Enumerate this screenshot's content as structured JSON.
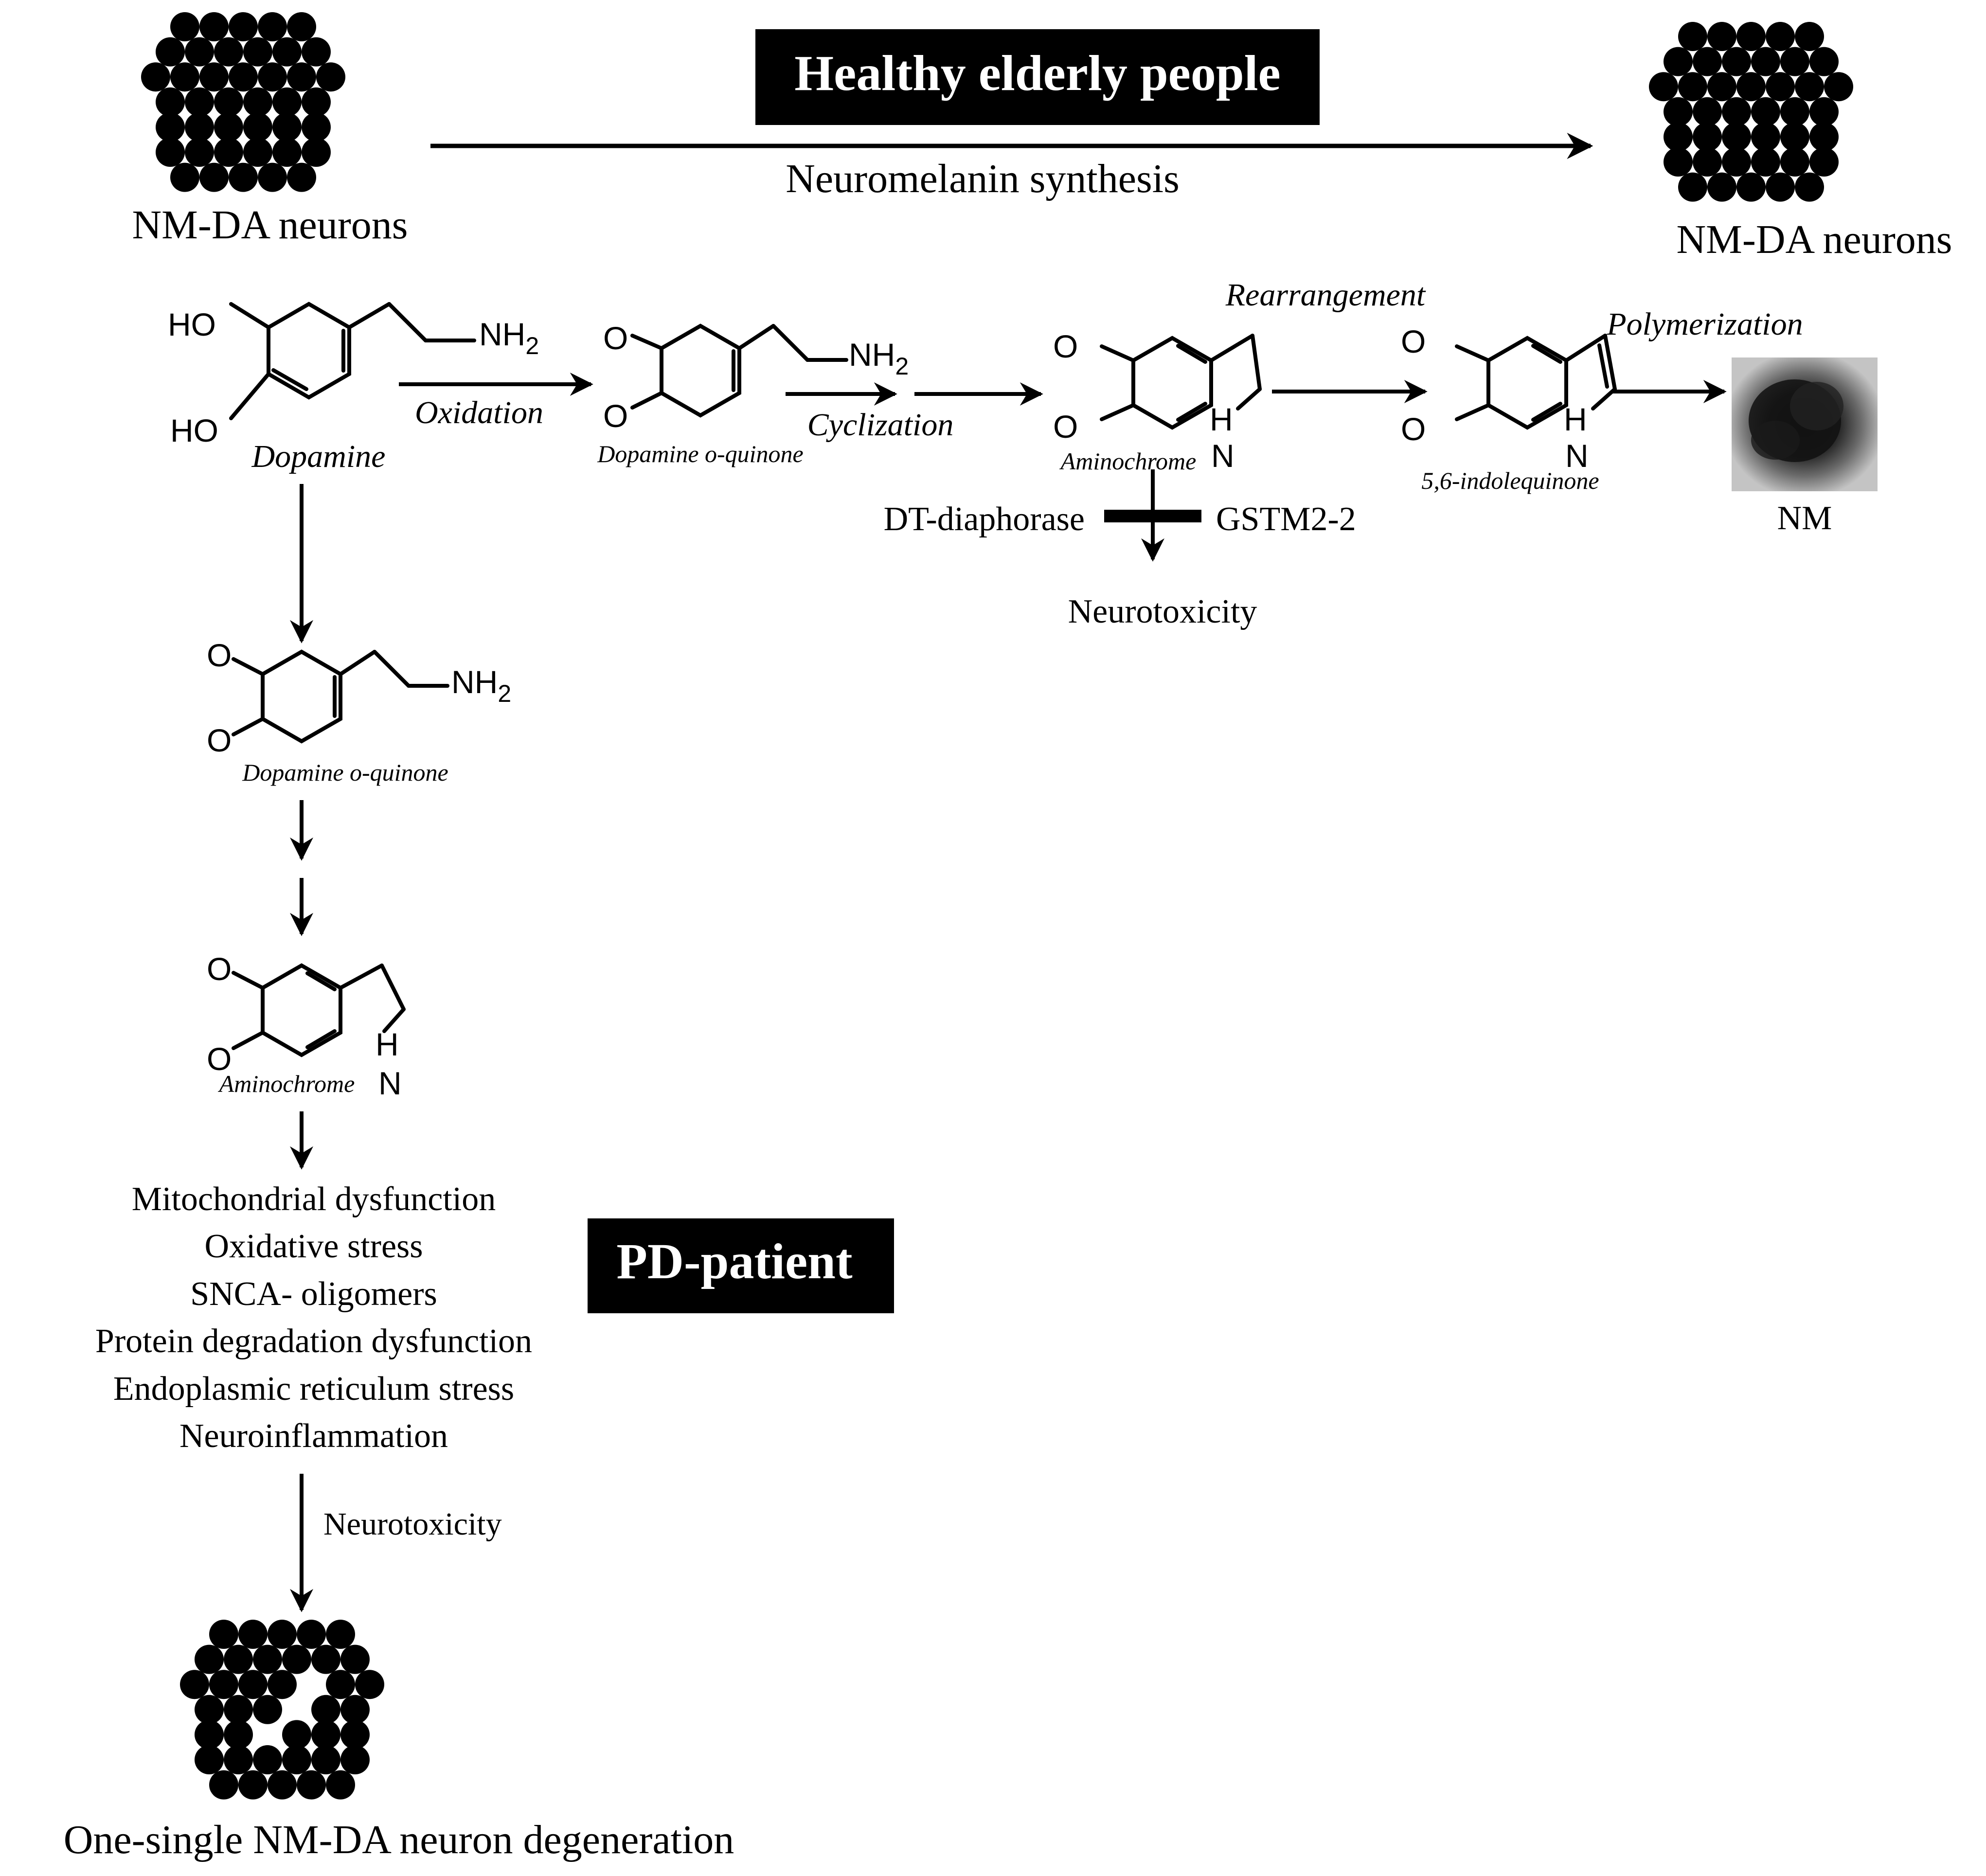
{
  "header": {
    "healthy": "Healthy elderly people",
    "pd": "PD-patient"
  },
  "top_flow": {
    "left_cluster_label": "NM-DA neurons",
    "right_cluster_label": "NM-DA neurons",
    "arrow_label": "Neuromelanin synthesis"
  },
  "molecules": {
    "dopamine": "Dopamine",
    "dopamine_quinone": "Dopamine o-quinone",
    "aminochrome": "Aminochrome",
    "indolequinone": "5,6-indolequinone",
    "nm": "NM"
  },
  "atoms": {
    "ho": "HO",
    "o": "O",
    "nh2": "NH",
    "sub2": "2",
    "h": "H",
    "n": "N"
  },
  "reactions": {
    "oxidation": "Oxidation",
    "cyclization": "Cyclization",
    "rearrangement": "Rearrangement",
    "polymerization": "Polymerization"
  },
  "enzymes": {
    "left": "DT-diaphorase",
    "right": "GSTM2-2",
    "outcome": "Neurotoxicity"
  },
  "effects": [
    "Mitochondrial dysfunction",
    "Oxidative stress",
    "SNCA- oligomers",
    "Protein degradation dysfunction",
    "Endoplasmic reticulum stress",
    "Neuroinflammation"
  ],
  "pd_flow": {
    "arrow_label": "Neurotoxicity",
    "final_label": "One-single NM-DA neuron degeneration"
  },
  "colors": {
    "ink": "#000000",
    "background": "#ffffff",
    "box_text": "#ffffff",
    "nm_image_bg": "#b8b8b8"
  }
}
